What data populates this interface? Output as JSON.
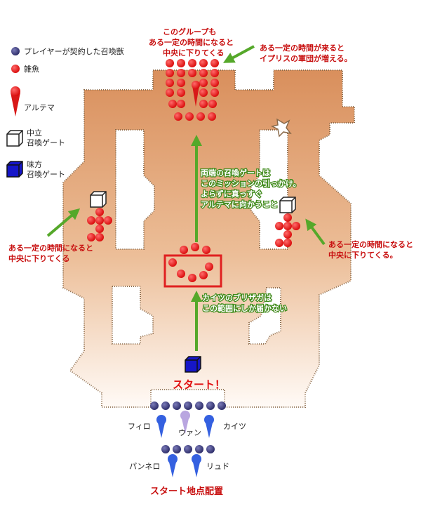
{
  "legend": {
    "player_summons": "プレイヤーが契約した召喚獣",
    "mobs": "雑魚",
    "ultima": "アルテマ",
    "neutral_gate": [
      "中立",
      "召喚ゲート"
    ],
    "ally_gate": [
      "味方",
      "召喚ゲート"
    ]
  },
  "annotations": {
    "top_group": [
      "このグループも",
      "ある一定の時間になると",
      "中央に下りてくる"
    ],
    "top_right": [
      "ある一定の時間が来ると",
      "イプリスの軍団が増える。"
    ],
    "middle": [
      "両端の召喚ゲートは",
      "このミッションの引っかけ。",
      "よらずに真っすぐ",
      "アルテマに向かうこと"
    ],
    "left": [
      "ある一定の時間になると",
      "中央に下りてくる"
    ],
    "right": [
      "ある一定の時間になると",
      "中央に下りてくる。"
    ],
    "blizzaga": [
      "カイツのブリザガは",
      "この範囲にしか届かない"
    ],
    "start": "スタート！",
    "start_position": "スタート地点配置"
  },
  "party": {
    "firo": "フィロ",
    "wan": "ウァン",
    "kaitsu": "カイツ",
    "panero": "パンネロ",
    "ryudo": "リュド"
  },
  "colors": {
    "floor_top": "#d98f5c",
    "floor_bottom": "#ffffff",
    "mob_red": "#e01010",
    "summon_navy": "#3a3a78",
    "summon_blue": "#3460e0",
    "summon_lilac": "#b9a6e0",
    "arrow_green": "#55a82a",
    "note_red": "#c81010",
    "ally_gate_blue": "#1616c8",
    "highlight_red": "#e02020"
  }
}
